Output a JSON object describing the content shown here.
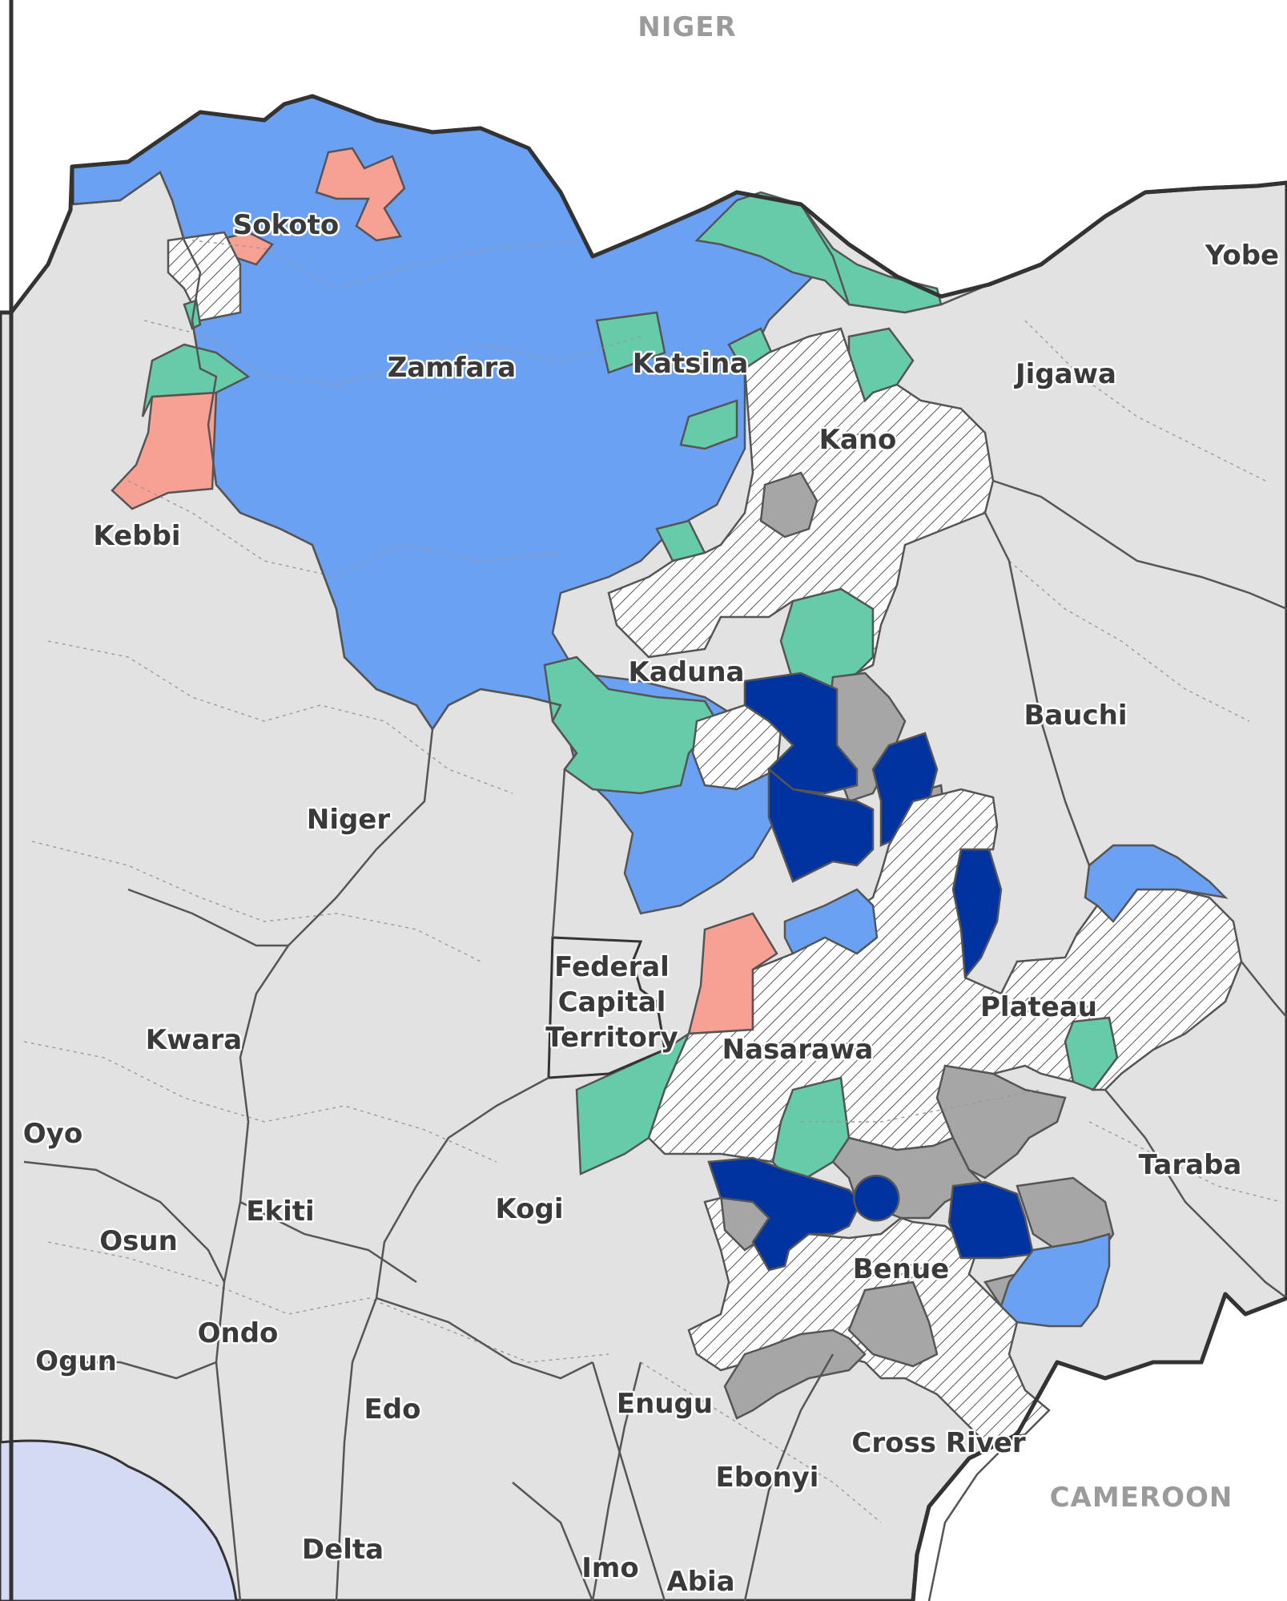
{
  "map": {
    "colors": {
      "water": "#d4d9f4",
      "land_other": "#e2e2e2",
      "outside": "#ffffff",
      "category_light_blue": "#6aa1f2",
      "category_dark_blue": "#0033a0",
      "category_green": "#66cba8",
      "category_salmon": "#f7a094",
      "category_gray": "#a6a6a6",
      "category_hatched": "#ffffff"
    },
    "countries": {
      "niger": "NIGER",
      "cameroon": "CAMEROON"
    },
    "states": {
      "sokoto": "Sokoto",
      "zamfara": "Zamfara",
      "katsina": "Katsina",
      "kano": "Kano",
      "jigawa": "Jigawa",
      "yobe": "Yobe",
      "kebbi": "Kebbi",
      "kaduna": "Kaduna",
      "bauchi": "Bauchi",
      "niger": "Niger",
      "fct_line1": "Federal",
      "fct_line2": "Capital",
      "fct_line3": "Territory",
      "plateau": "Plateau",
      "nasarawa": "Nasarawa",
      "kwara": "Kwara",
      "oyo": "Oyo",
      "ekiti": "Ekiti",
      "osun": "Osun",
      "kogi": "Kogi",
      "taraba": "Taraba",
      "benue": "Benue",
      "ondo": "Ondo",
      "ogun": "Ogun",
      "edo": "Edo",
      "enugu": "Enugu",
      "cross_river": "Cross River",
      "ebonyi": "Ebonyi",
      "delta": "Delta",
      "imo": "Imo",
      "abia": "Abia"
    }
  }
}
